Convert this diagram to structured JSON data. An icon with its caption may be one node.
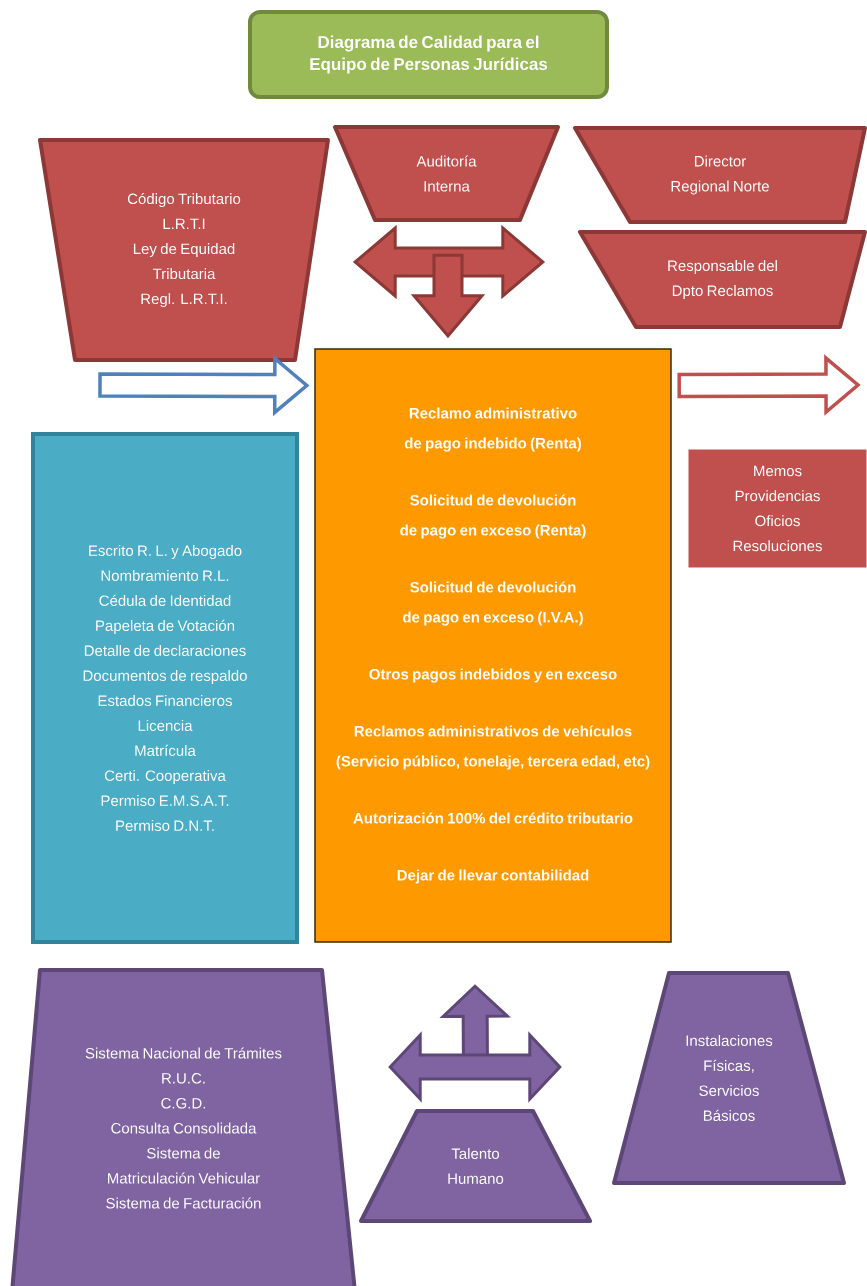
{
  "diagram": {
    "nodes": [
      {
        "text": [
          "Diagrama de Calidad para el Equipo de Personas Jurídicas"
        ]
      },
      {
        "text": [
          "Código Tributario",
          "L.R.T.I",
          "Ley de Equidad Tributaria",
          "Regl. L.R.T.I."
        ]
      },
      {
        "text": [
          "Auditoría Interna"
        ]
      },
      {
        "text": [
          "Director Regional Norte"
        ]
      },
      {
        "text": [
          "Responsable del Dpto Reclamos"
        ]
      },
      {
        "text": [
          "Reclamo administrativo de pago indebido (Renta)",
          "Solicitud de devolución de pago en exceso (Renta)",
          "Solicitud de devolución de pago en exceso (I.V.A.)",
          "Otros pagos indebidos y en exceso",
          "Reclamos administrativos de vehículos (Servicio público, tonelaje, tercera edad, etc)",
          "Autorización 100% del crédito tributario",
          "Dejar de llevar contabilidad"
        ]
      },
      {
        "text": [
          "Escrito R. L. y Abogado",
          "Nombramiento R.L.",
          "Cédula de Identidad",
          "Papeleta de Votación",
          "Detalle de declaraciones",
          "Documentos de respaldo",
          "Estados Financieros",
          "Licencia",
          "Matrícula",
          "Certi. Cooperativa",
          "Permiso E.M.S.A.T.",
          "Permiso D.N.T."
        ]
      },
      {
        "text": [
          "Memos",
          "Providencias",
          "Oficios",
          "Resoluciones"
        ]
      },
      {
        "text": [
          "Sistema Nacional de Trámites",
          "R.U.C.",
          "C.G.D.",
          "Consulta Consolidada",
          "Sistema de Matriculación Vehicular",
          "Sistema de Facturación"
        ]
      },
      {
        "text": [
          "Talento Humano"
        ]
      },
      {
        "text": [
          "Instalaciones Físicas, Servicios Básicos"
        ]
      }
    ],
    "edges": [
      {
        "from": 1,
        "to": 4,
        "arrow": "both",
        "color": "#c0504d"
      },
      {
        "from": 2,
        "to": 5,
        "arrow": "to",
        "color": "#c0504d"
      },
      {
        "from": null,
        "to": 5,
        "arrow": "to",
        "color": "#4f81bd"
      },
      {
        "from": 5,
        "to": null,
        "arrow": "to",
        "color": "#c0504d"
      },
      {
        "from": 9,
        "to": 5,
        "arrow": "to",
        "color": "#8064a2"
      },
      {
        "from": 8,
        "to": 10,
        "arrow": "both",
        "color": "#8064a2"
      }
    ]
  }
}
